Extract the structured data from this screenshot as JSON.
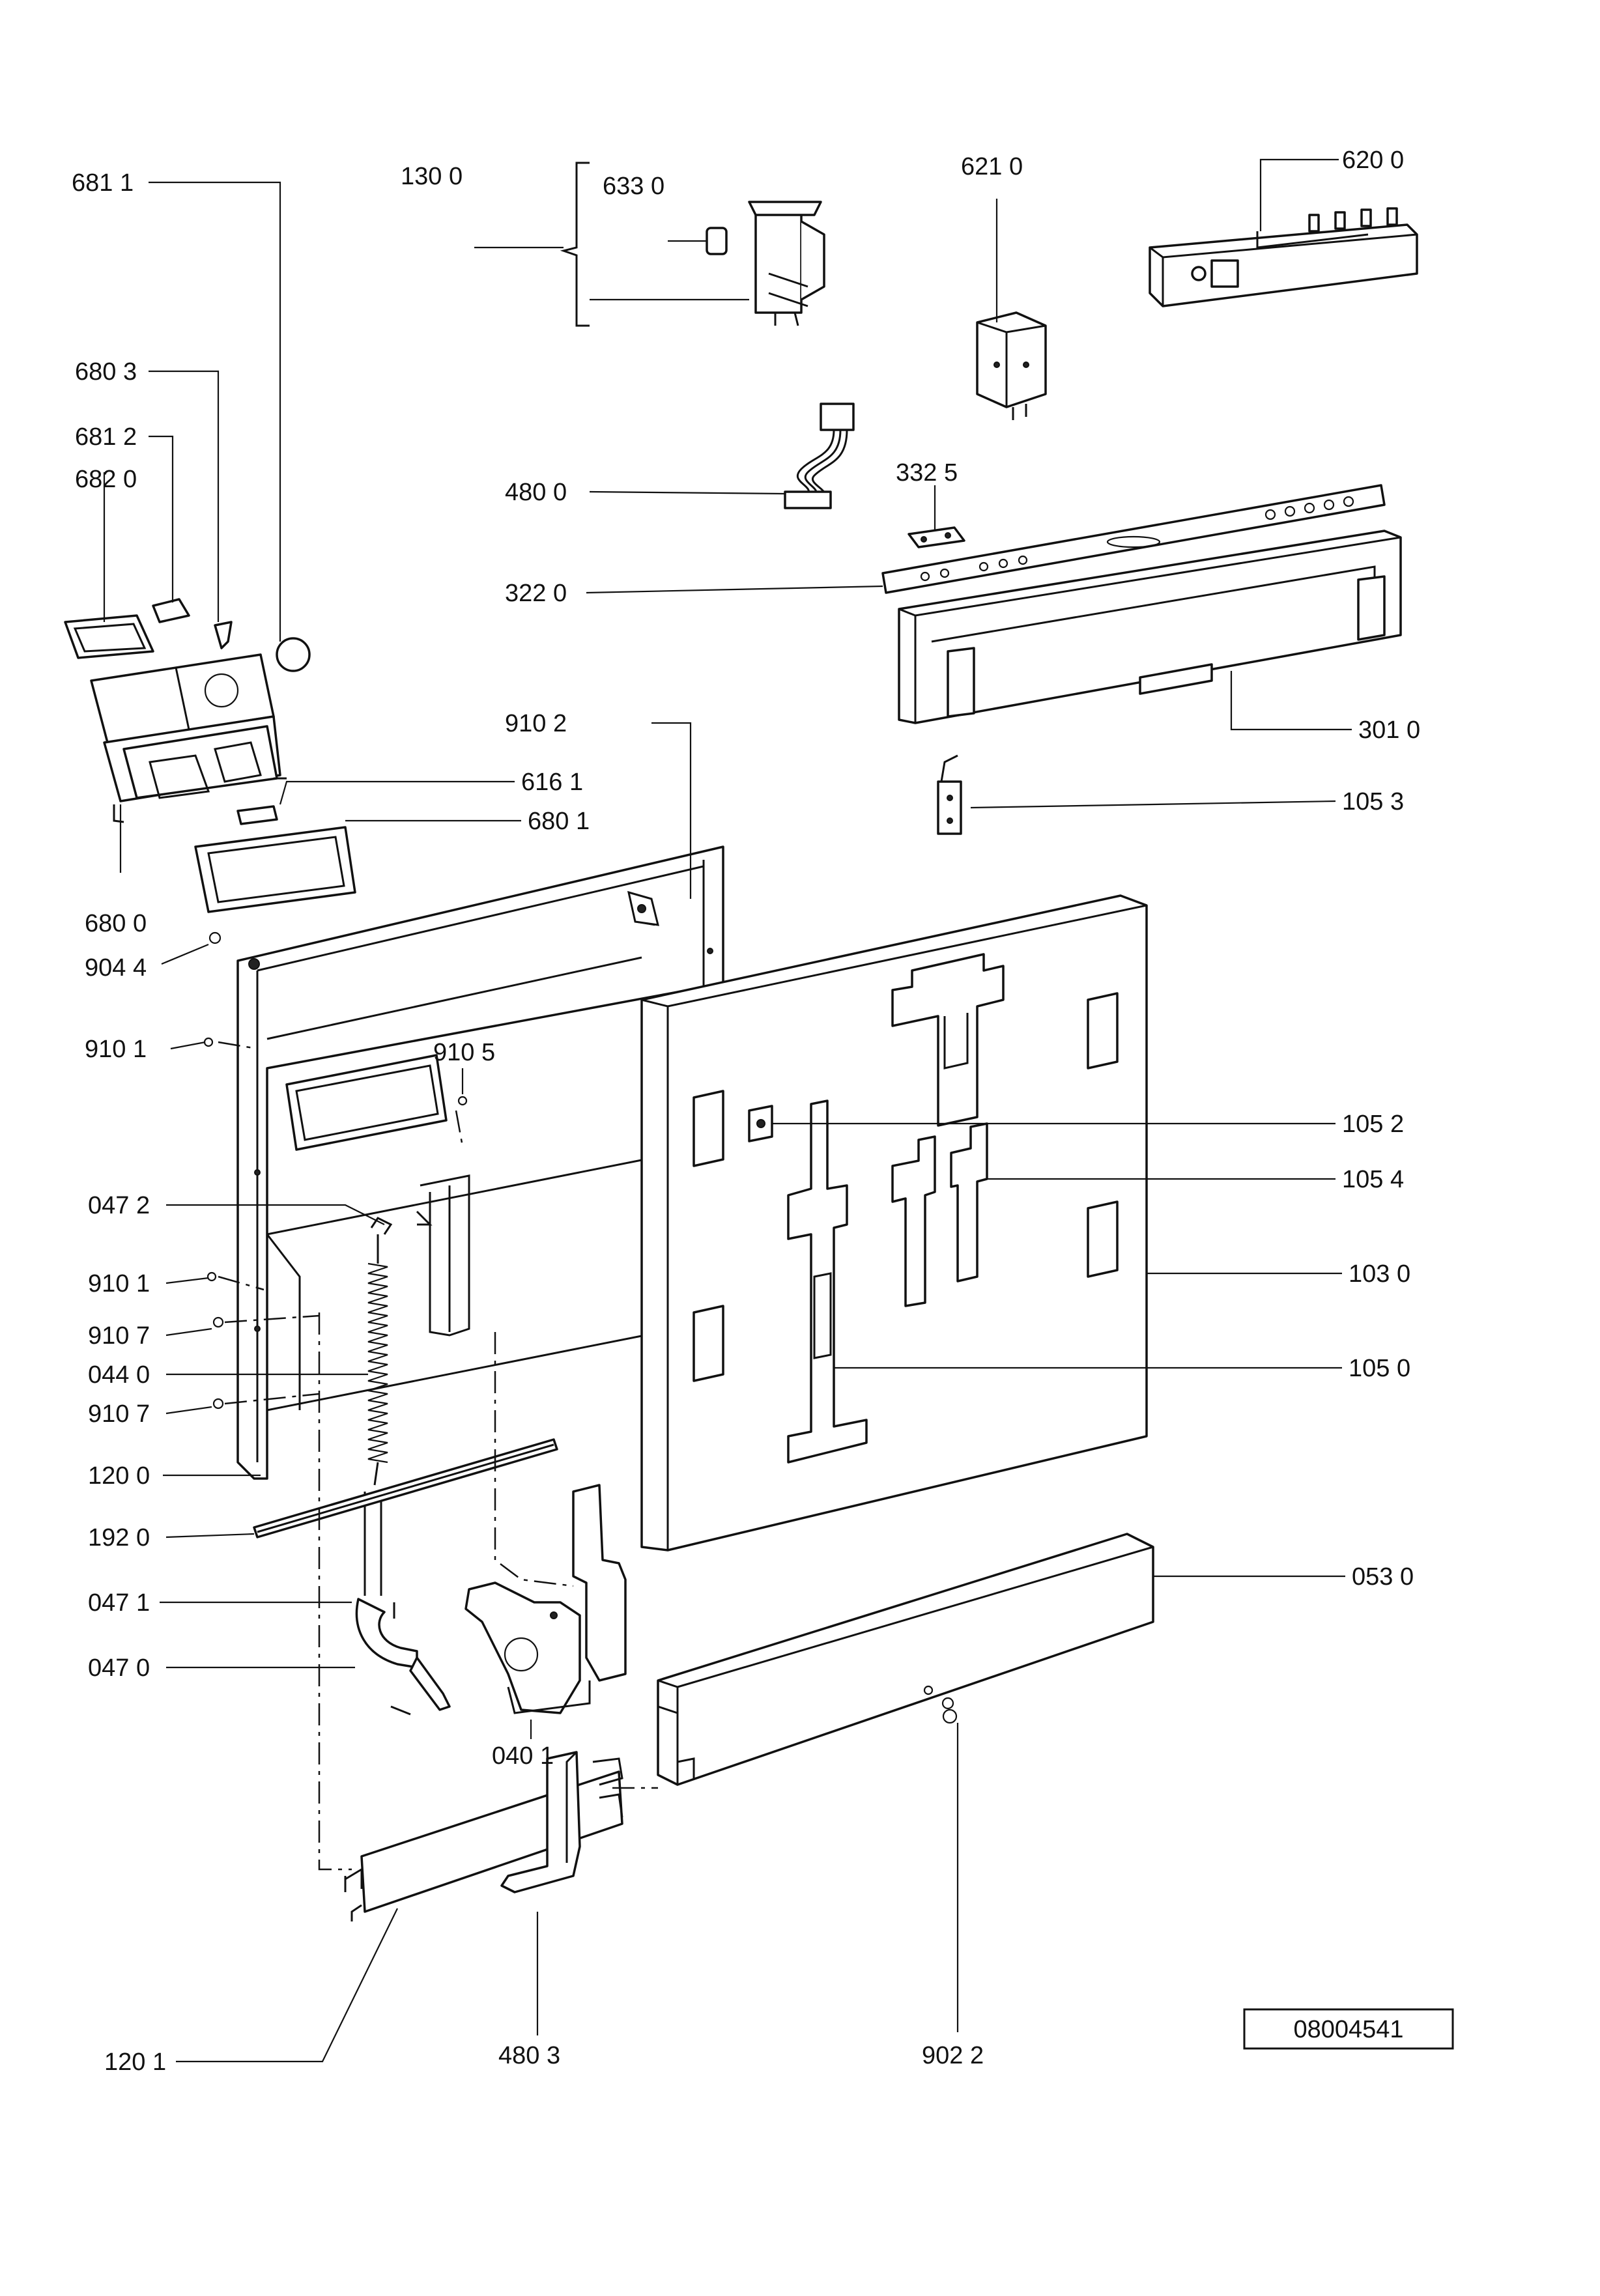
{
  "diagram": {
    "reference_number": "08004541",
    "callouts": {
      "p6811": "681 1",
      "p1300": "130 0",
      "p6330": "633 0",
      "p6210": "621 0",
      "p6200": "620 0",
      "p6803": "680 3",
      "p6812": "681 2",
      "p6820": "682 0",
      "p4800": "480 0",
      "p3325": "332 5",
      "p3220": "322 0",
      "p9102": "910 2",
      "p3010": "301 0",
      "p6161": "616 1",
      "p6801": "680 1",
      "p1053": "105 3",
      "p6800": "680 0",
      "p9044": "904 4",
      "p9101a": "910 1",
      "p9105": "910 5",
      "p1052": "105 2",
      "p1054": "105 4",
      "p0472": "047 2",
      "p9101b": "910 1",
      "p1030": "103 0",
      "p9107a": "910 7",
      "p0440": "044 0",
      "p1050": "105 0",
      "p9107b": "910 7",
      "p1200": "120 0",
      "p1920": "192 0",
      "p0530": "053 0",
      "p0471": "047 1",
      "p0470": "047 0",
      "p0401": "040 1",
      "p1201": "120 1",
      "p4803": "480 3",
      "p9022": "902 2"
    }
  }
}
